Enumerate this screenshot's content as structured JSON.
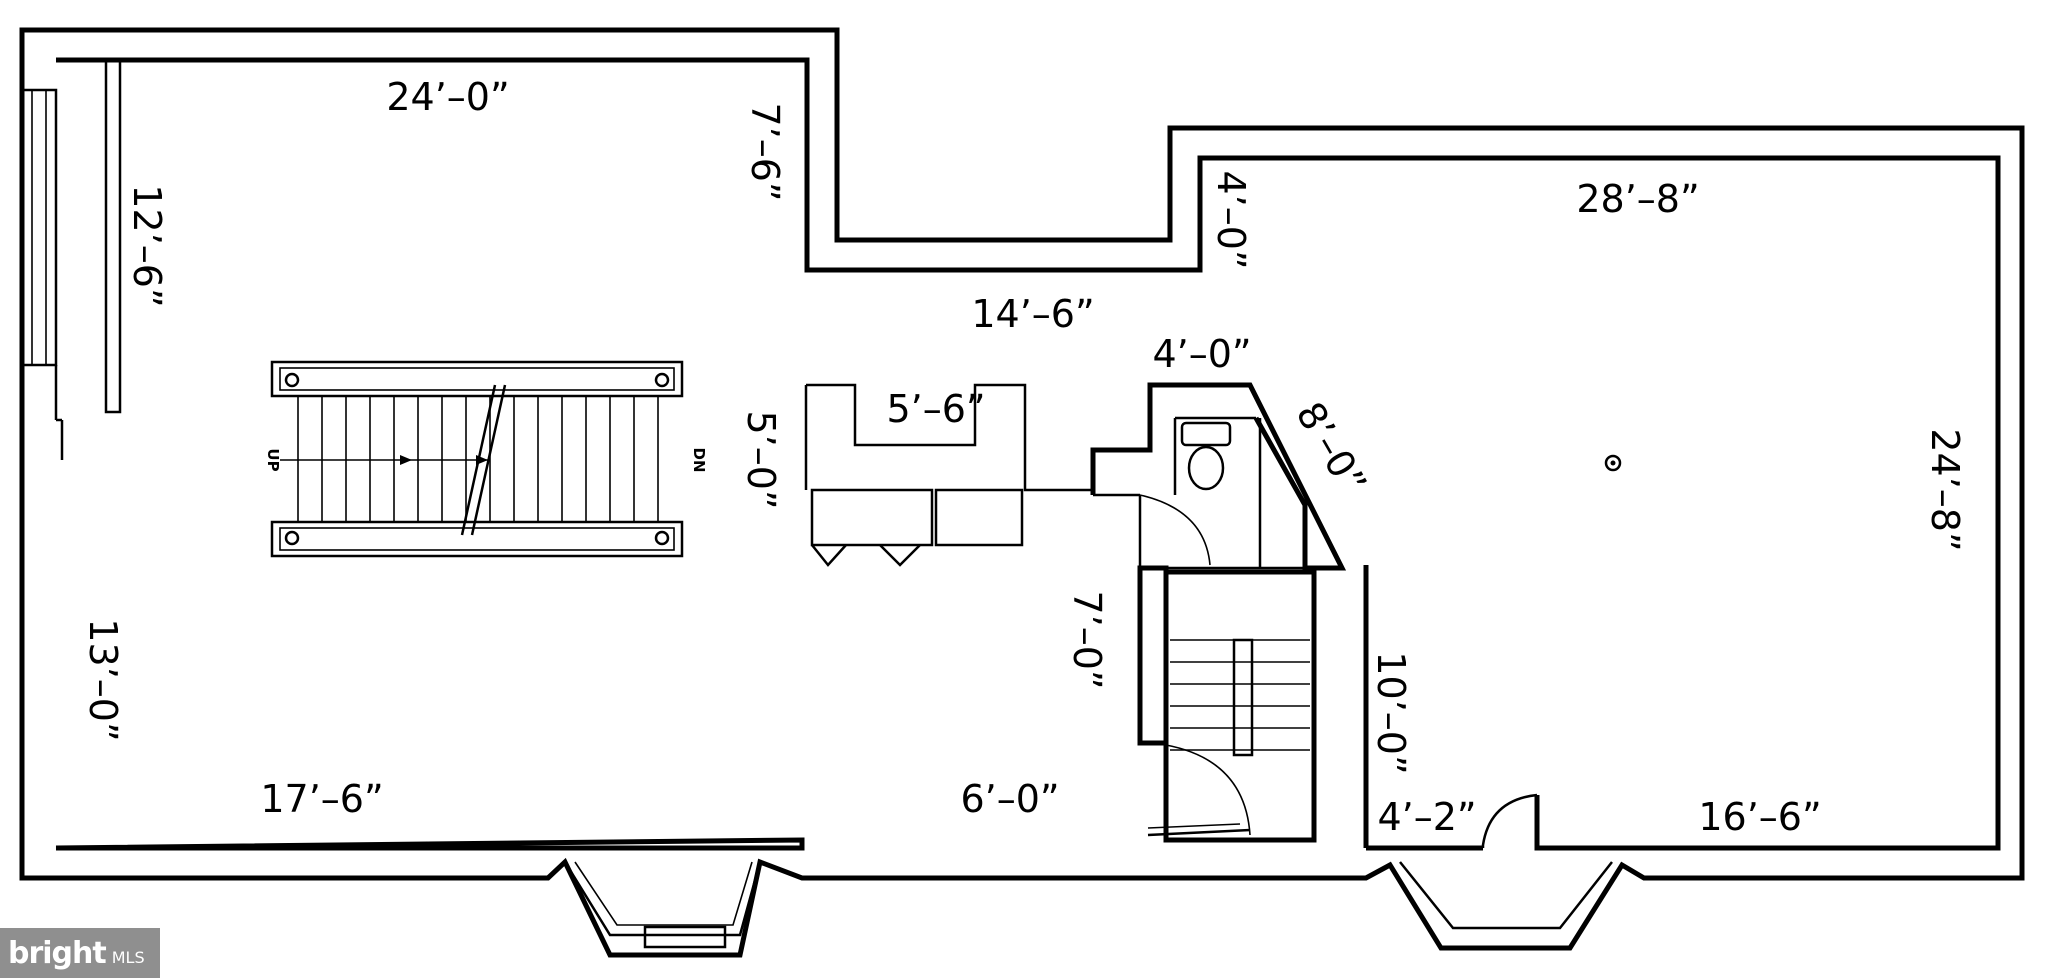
{
  "dimensions": {
    "left_top_width": "24’–0”",
    "left_closet": "12’–6”",
    "notch_depth": "7’–6”",
    "right_notch_depth": "4’–0”",
    "right_top_width": "28’–8”",
    "mid_width": "14’–6”",
    "bath_width": "4’–0”",
    "bar_width": "5’–6”",
    "bar_depth": "5’–0”",
    "diagonal_wall": "8’–0”",
    "right_depth": "24’–8”",
    "left_lower_depth": "13’–0”",
    "stair_depth": "7’–0”",
    "right_wall_mid": "10’–0”",
    "bottom_left_width": "17’–6”",
    "bottom_mid_width": "6’–0”",
    "bottom_door_width": "4’–2”",
    "bottom_right_width": "16’–6”"
  },
  "stairs": {
    "up_label": "UP",
    "down_label": "DN"
  },
  "watermark": {
    "brand": "bright",
    "suffix": "MLS"
  }
}
